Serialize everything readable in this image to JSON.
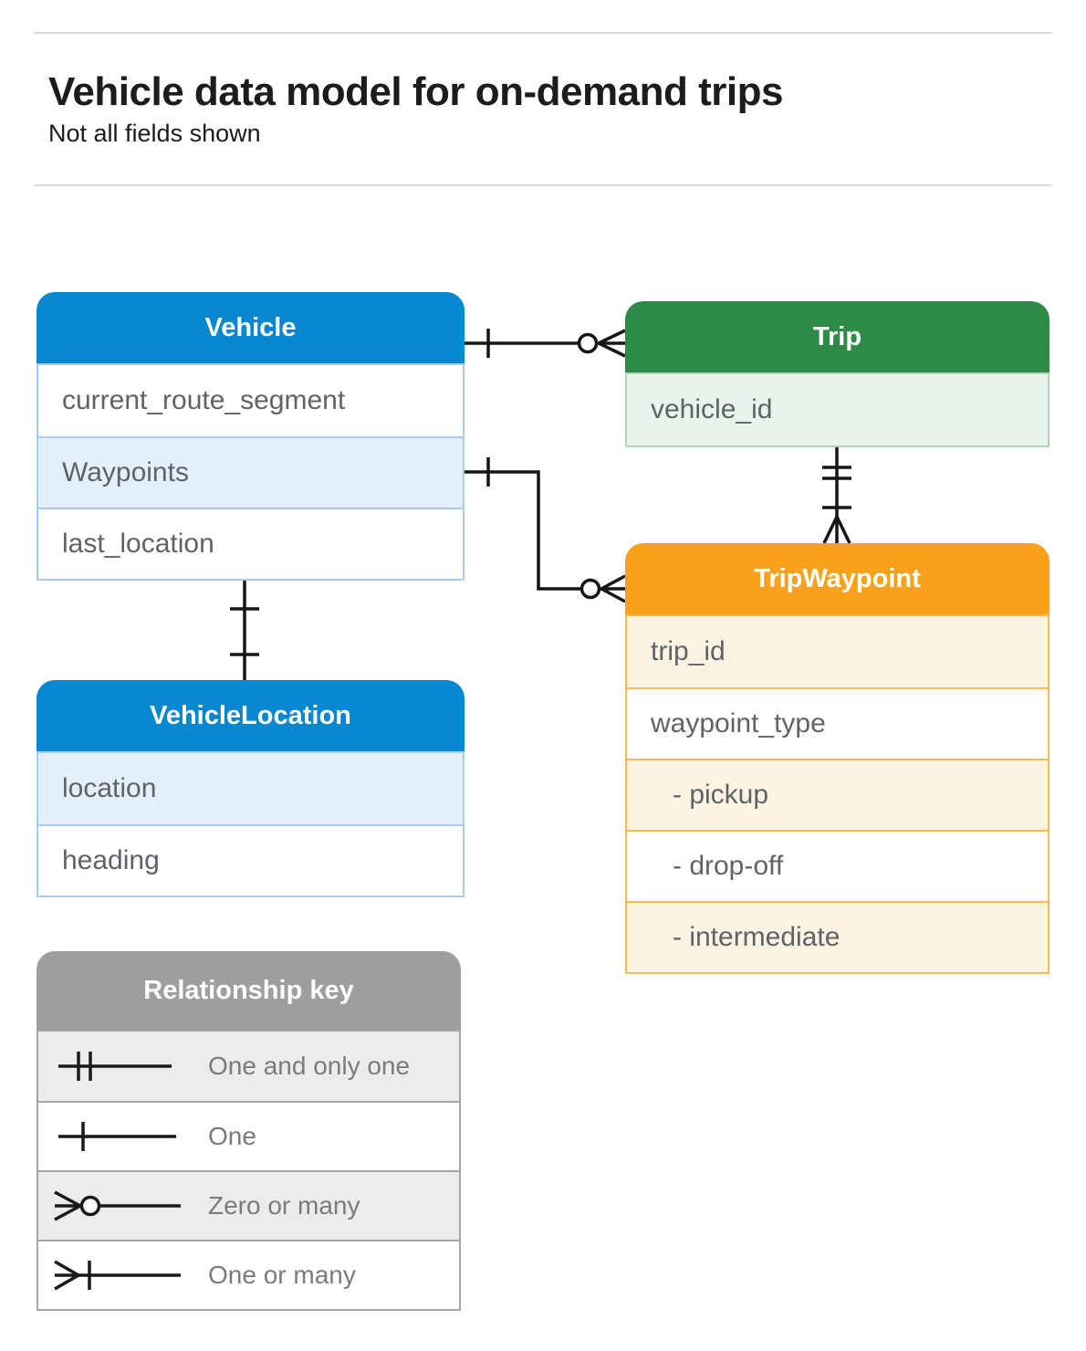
{
  "page": {
    "title": "Vehicle data model for on-demand trips",
    "subtitle": "Not all fields shown"
  },
  "colors": {
    "blue": "#0887d1",
    "blue_light": "#e3effb",
    "blue_border": "#a8cdf0",
    "green": "#2e8b47",
    "green_light": "#e9f2eb",
    "green_border": "#b2d4ba",
    "orange": "#f9a11c",
    "orange_light": "#fdf3e2",
    "orange_border": "#f9bd4f",
    "gray": "#9e9e9e",
    "gray_light": "#ececec",
    "gray_border": "#a5a5a5"
  },
  "entities": {
    "vehicle": {
      "title": "Vehicle",
      "fields": [
        "current_route_segment",
        "Waypoints",
        "last_location"
      ]
    },
    "trip": {
      "title": "Trip",
      "fields": [
        "vehicle_id"
      ]
    },
    "trip_waypoint": {
      "title": "TripWaypoint",
      "fields": [
        "trip_id",
        "waypoint_type",
        "- pickup",
        "- drop-off",
        "- intermediate"
      ]
    },
    "vehicle_location": {
      "title": "VehicleLocation",
      "fields": [
        "location",
        "heading"
      ]
    }
  },
  "relationships": [
    {
      "from": "Vehicle",
      "to": "Trip",
      "from_cardinality": "one",
      "to_cardinality": "zero-or-many"
    },
    {
      "from": "Vehicle.Waypoints",
      "to": "TripWaypoint",
      "from_cardinality": "one",
      "to_cardinality": "zero-or-many"
    },
    {
      "from": "Trip",
      "to": "TripWaypoint",
      "from_cardinality": "one-and-only-one",
      "to_cardinality": "one-or-many"
    },
    {
      "from": "Vehicle",
      "to": "VehicleLocation",
      "from_cardinality": "one",
      "to_cardinality": "one"
    }
  ],
  "relationship_key": {
    "title": "Relationship key",
    "items": [
      {
        "symbol": "one-and-only-one",
        "label": "One and only one"
      },
      {
        "symbol": "one",
        "label": "One"
      },
      {
        "symbol": "zero-or-many",
        "label": "Zero or many"
      },
      {
        "symbol": "one-or-many",
        "label": "One or many"
      }
    ]
  }
}
